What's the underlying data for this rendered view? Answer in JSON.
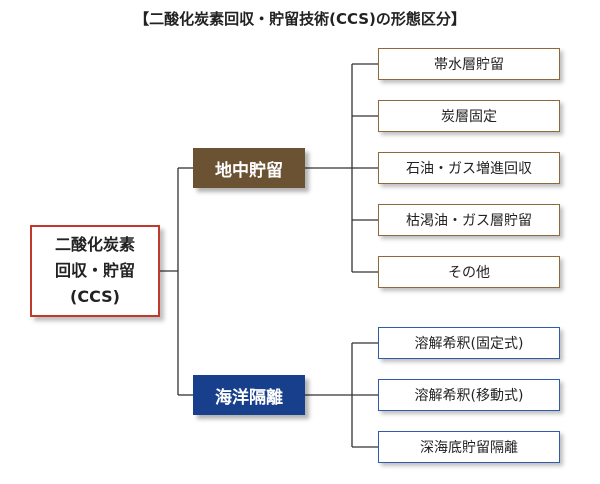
{
  "title": "【二酸化炭素回収・貯留技術(CCS)の形態区分】",
  "root": {
    "line1": "二酸化炭素",
    "line2": "回収・貯留",
    "line3": "(CCS)"
  },
  "categories": [
    {
      "label": "地中貯留",
      "color": "#6b5232",
      "items": [
        "帯水層貯留",
        "炭層固定",
        "石油・ガス増進回収",
        "枯渇油・ガス層貯留",
        "その他"
      ]
    },
    {
      "label": "海洋隔離",
      "color": "#173f8c",
      "items": [
        "溶解希釈(固定式)",
        "溶解希釈(移動式)",
        "深海底貯留隔離"
      ]
    }
  ]
}
